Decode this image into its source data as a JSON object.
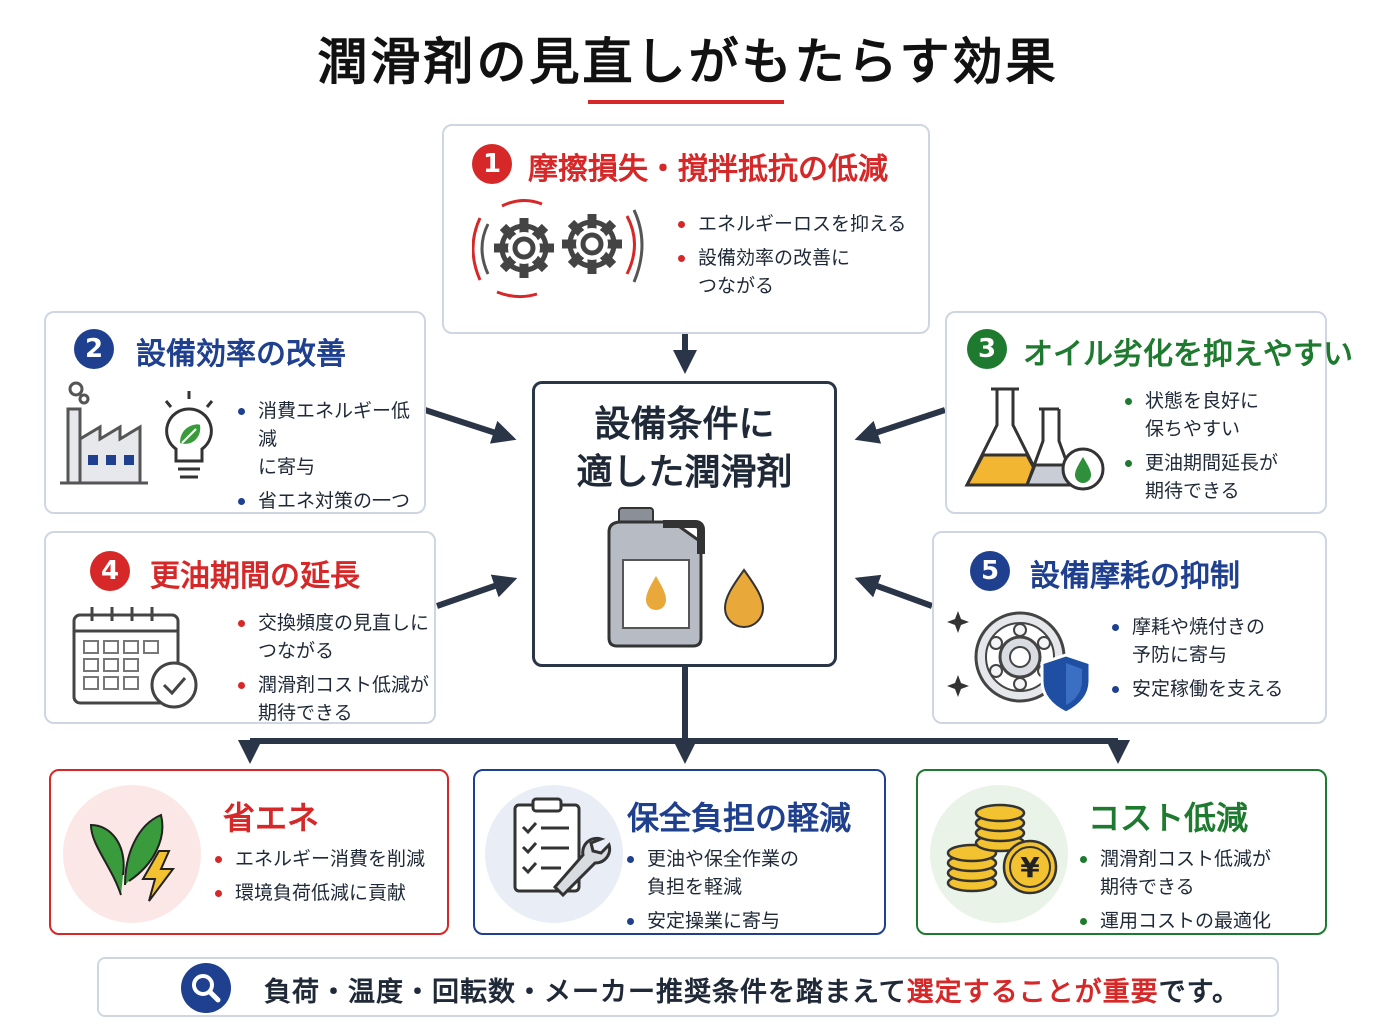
{
  "title": "潤滑剤の見直しがもたらす効果",
  "center": {
    "line1": "設備条件に",
    "line2": "適した潤滑剤"
  },
  "cards": [
    {
      "num": "1",
      "title": "摩擦損失・撹拌抵抗の低減",
      "bullets": [
        "エネルギーロスを抑える",
        "設備効率の改善に\nつながる"
      ]
    },
    {
      "num": "2",
      "title": "設備効率の改善",
      "bullets": [
        "消費エネルギー低減\nに寄与",
        "省エネ対策の一つ"
      ]
    },
    {
      "num": "3",
      "title": "オイル劣化を抑えやすい",
      "bullets": [
        "状態を良好に\n保ちやすい",
        "更油期間延長が\n期待できる"
      ]
    },
    {
      "num": "4",
      "title": "更油期間の延長",
      "bullets": [
        "交換頻度の見直しに\nつながる",
        "潤滑剤コスト低減が\n期待できる"
      ]
    },
    {
      "num": "5",
      "title": "設備摩耗の抑制",
      "bullets": [
        "摩耗や焼付きの\n予防に寄与",
        "安定稼働を支える"
      ]
    }
  ],
  "bottom": [
    {
      "title": "省エネ",
      "bullets": [
        "エネルギー消費を削減",
        "環境負荷低減に貢献"
      ]
    },
    {
      "title": "保全負担の軽減",
      "bullets": [
        "更油や保全作業の\n負担を軽減",
        "安定操業に寄与"
      ]
    },
    {
      "title": "コスト低減",
      "bullets": [
        "潤滑剤コスト低減が\n期待できる",
        "運用コストの最適化"
      ]
    }
  ],
  "footer": {
    "prefix": "負荷・温度・回転数・メーカー推奨条件を踏まえて",
    "highlight": "選定することが重要",
    "suffix": "です。"
  },
  "icons": {
    "yen": "¥"
  },
  "colors": {
    "red": "#d62828",
    "blue": "#1f3f8f",
    "green": "#1e7a2e",
    "navy": "#2b3548"
  }
}
